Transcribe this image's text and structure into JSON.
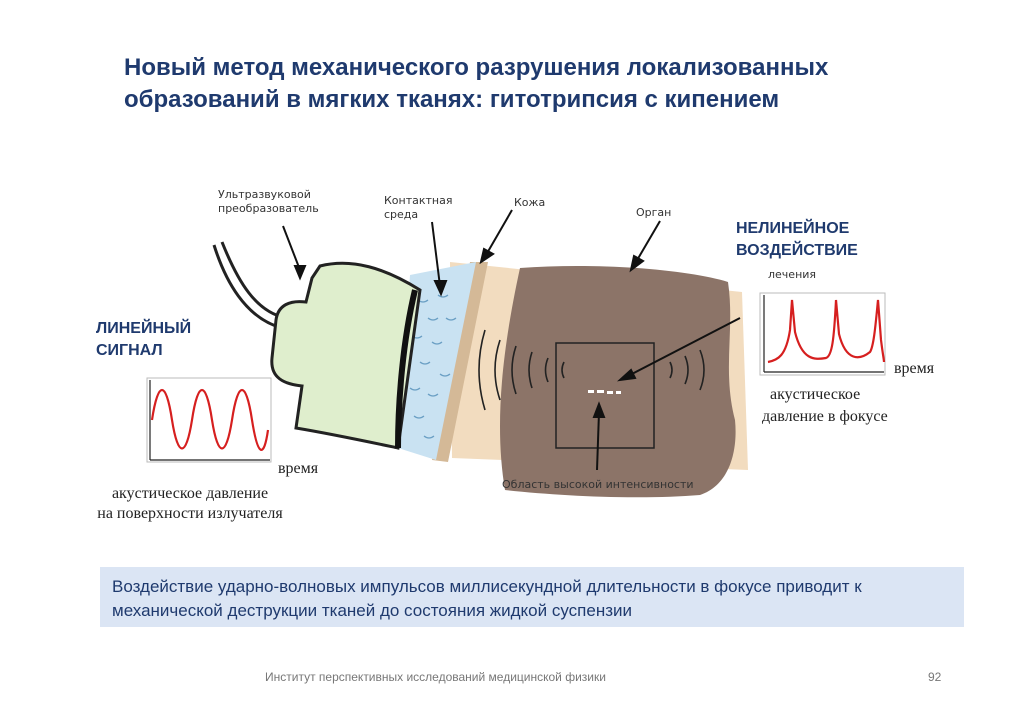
{
  "title": "Новый метод механического разрушения локализованных образований в мягких тканях: гитотрипсия с кипением",
  "labels": {
    "transducer": [
      "Ультразвуковой",
      "преобразователь"
    ],
    "contact_medium": [
      "Контактная",
      "среда"
    ],
    "skin": "Кожа",
    "organ": "Орган",
    "high_intensity": "Область высокой интенсивности",
    "linear_signal": [
      "ЛИНЕЙНЫЙ",
      "СИГНАЛ"
    ],
    "nonlinear": [
      "НЕЛИНЕЙНОЕ",
      "ВОЗДЕЙСТВИЕ"
    ],
    "treatment_fragment": "лечения",
    "time_left": "время",
    "pressure_left": [
      "акустическое давление",
      "на поверхности излучателя"
    ],
    "time_right": "время",
    "pressure_right": [
      "акустическое",
      "давление в фокусе"
    ]
  },
  "info": "Воздействие ударно-волновых импульсов миллисекундной длительности в фокусе приводит к механической деструкции тканей до состояния жидкой суспензии",
  "footer": {
    "institute": "Институт перспективных исследований медицинской физики",
    "page": "92"
  },
  "colors": {
    "title": "#1f3a6e",
    "signal": "#d61f1f",
    "organ": "#8c7468",
    "tissue": "#f2dcbf",
    "transducer": "#dfeecd",
    "water": "#c9e2f2",
    "infobox": "#dbe5f4"
  }
}
